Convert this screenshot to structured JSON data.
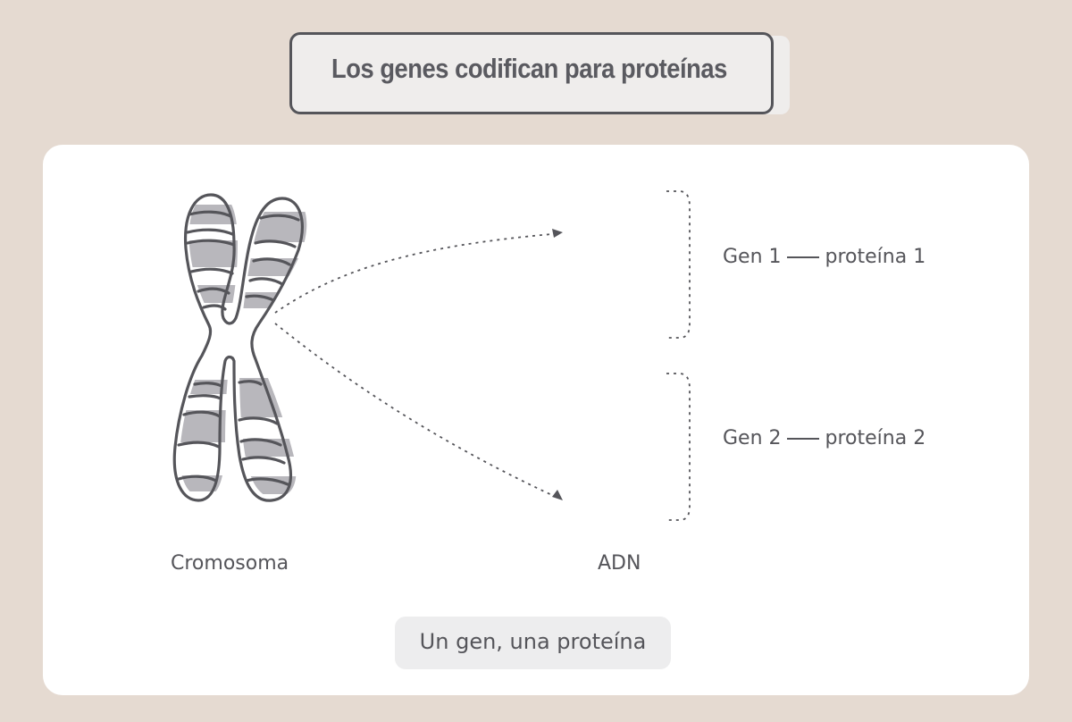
{
  "title": "Los genes codifican para proteínas",
  "labels": {
    "chromosome": "Cromosoma",
    "dna": "ADN"
  },
  "genes": [
    {
      "gene": "Gen 1",
      "protein": "proteína 1"
    },
    {
      "gene": "Gen 2",
      "protein": "proteína 2"
    }
  ],
  "caption": "Un gen, una proteína",
  "colors": {
    "background": "#e5dad1",
    "card": "#ffffff",
    "outline": "#55555a",
    "band": "#b8b7bc",
    "pill": "#ededee"
  }
}
